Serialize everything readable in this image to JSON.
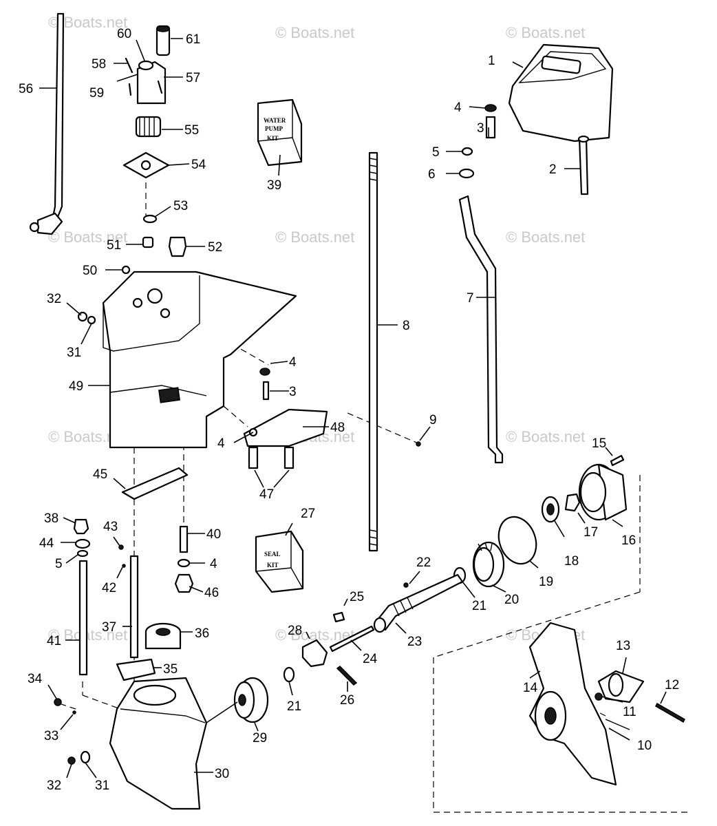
{
  "watermark": "© Boats.net",
  "kits": {
    "water_pump_kit": [
      "WATER",
      "PUMP",
      "KIT"
    ],
    "seal_kit": [
      "SEAL",
      "KIT"
    ]
  },
  "callouts": {
    "p1": "1",
    "p2": "2",
    "p3": "3",
    "p4": "4",
    "p5": "5",
    "p6": "6",
    "p7": "7",
    "p8": "8",
    "p9": "9",
    "p10": "10",
    "p11": "11",
    "p12": "12",
    "p13": "13",
    "p14": "14",
    "p15": "15",
    "p16": "16",
    "p17": "17",
    "p18": "18",
    "p19": "19",
    "p20": "20",
    "p21": "21",
    "p22": "22",
    "p23": "23",
    "p24": "24",
    "p25": "25",
    "p26": "26",
    "p27": "27",
    "p28": "28",
    "p29": "29",
    "p30": "30",
    "p31": "31",
    "p32": "32",
    "p33": "33",
    "p34": "34",
    "p35": "35",
    "p36": "36",
    "p37": "37",
    "p38": "38",
    "p39": "39",
    "p40": "40",
    "p41": "41",
    "p42": "42",
    "p43": "43",
    "p44": "44",
    "p45": "45",
    "p46": "46",
    "p47": "47",
    "p48": "48",
    "p49": "49",
    "p50": "50",
    "p51": "51",
    "p52": "52",
    "p53": "53",
    "p54": "54",
    "p55": "55",
    "p56": "56",
    "p57": "57",
    "p58": "58",
    "p59": "59",
    "p60": "60",
    "p61": "61"
  }
}
